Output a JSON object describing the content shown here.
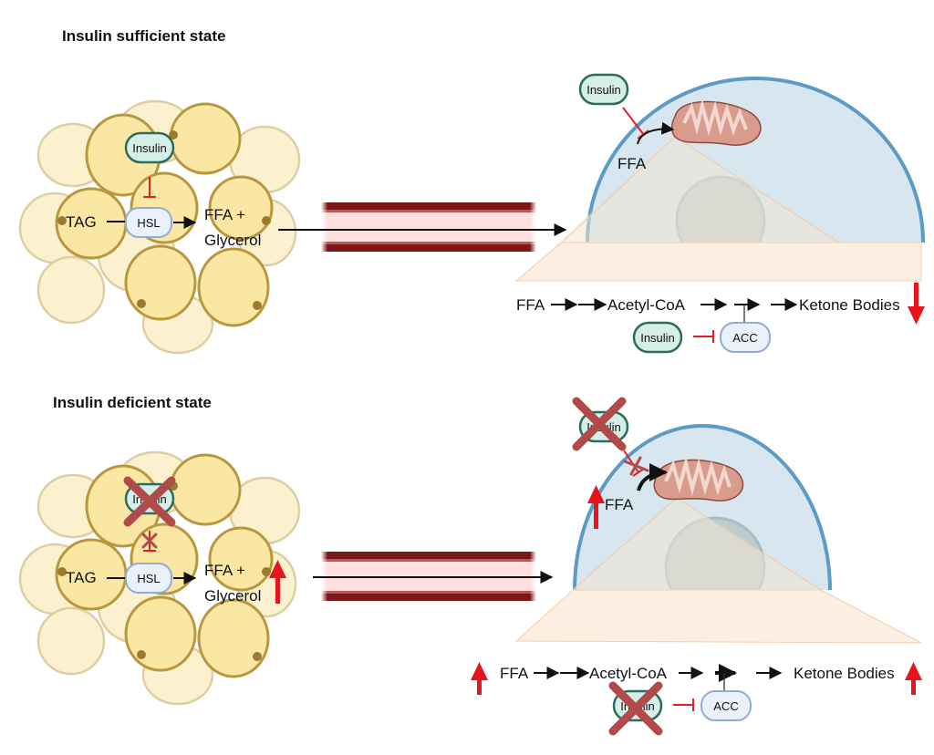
{
  "panels": [
    {
      "title": "Insulin sufficient state",
      "adipose": {
        "insulin_label": "Insulin",
        "insulin_blocked": false,
        "tag_label": "TAG",
        "hsl_label": "HSL",
        "product_line1": "FFA +",
        "product_line2": "Glycerol",
        "product_change": "none"
      },
      "liver": {
        "insulin_label": "Insulin",
        "insulin_blocked": false,
        "ffa_label": "FFA",
        "ffa_change": "none"
      },
      "pathway": {
        "steps": [
          "FFA",
          "Acetyl-CoA",
          "Ketone Bodies"
        ],
        "regulator_label": "Insulin",
        "regulator_blocked": false,
        "enzyme_label": "ACC",
        "input_change": "none",
        "output_change": "down"
      }
    },
    {
      "title": "Insulin deficient state",
      "adipose": {
        "insulin_label": "Insulin",
        "insulin_blocked": true,
        "tag_label": "TAG",
        "hsl_label": "HSL",
        "product_line1": "FFA +",
        "product_line2": "Glycerol",
        "product_change": "up"
      },
      "liver": {
        "insulin_label": "Insulin",
        "insulin_blocked": true,
        "ffa_label": "FFA",
        "ffa_change": "up"
      },
      "pathway": {
        "steps": [
          "FFA",
          "Acetyl-CoA",
          "Ketone Bodies"
        ],
        "regulator_label": "Insulin",
        "regulator_blocked": true,
        "enzyme_label": "ACC",
        "input_change": "up",
        "output_change": "up"
      }
    }
  ],
  "colors": {
    "increase_arrow": "#e8141c",
    "inhibition": "#e0202a",
    "blocked_cross": "#b14a4a",
    "liver_membrane": "#5b9bc6",
    "liver_cytoplasm": "#d7e6ef",
    "blood_vessel_wall": "#8b1a1a",
    "blood_vessel_lumen": "#ffdede",
    "mitochondrion": "#d99b8c"
  }
}
